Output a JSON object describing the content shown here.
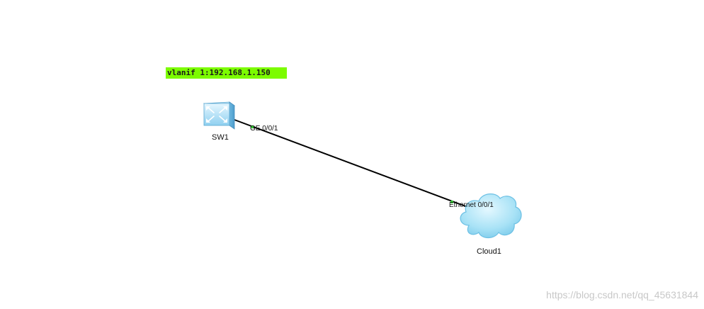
{
  "note": {
    "text": "vlanif 1:192.168.1.150",
    "background": "#7cfc00"
  },
  "devices": {
    "switch": {
      "name": "SW1",
      "icon": "switch-icon",
      "port": "GE 0/0/1"
    },
    "cloud": {
      "name": "Cloud1",
      "icon": "cloud-icon",
      "port": "Ethernet 0/0/1"
    }
  },
  "link": {
    "color": "#000000",
    "port_indicator_color": "#33cc33"
  },
  "watermark": {
    "text": "https://blog.csdn.net/qq_45631844"
  }
}
